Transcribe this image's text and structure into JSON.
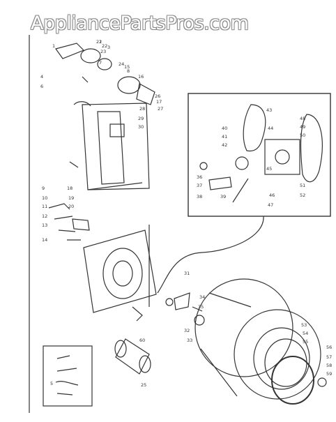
{
  "watermark": {
    "text": "AppliancePartsPros.com"
  },
  "labels": {
    "l1": "1",
    "l2": "2",
    "l3": "3",
    "l4": "4",
    "l5": "5",
    "l6": "6",
    "l7": "7",
    "l8": "8",
    "l9": "9",
    "l10": "10",
    "l11": "11",
    "l12": "12",
    "l13": "13",
    "l14": "14",
    "l15": "15",
    "l16": "16",
    "l17": "17",
    "l18": "18",
    "l19": "19",
    "l20": "20",
    "l21": "21",
    "l22": "22",
    "l23": "23",
    "l24": "24",
    "l25": "25",
    "l26": "26",
    "l27": "27",
    "l28": "28",
    "l29": "29",
    "l30": "30",
    "l31": "31",
    "l32": "32",
    "l33": "33",
    "l34": "34",
    "l35": "35",
    "l36": "36",
    "l37": "37",
    "l38": "38",
    "l39": "39",
    "l40": "40",
    "l41": "41",
    "l42": "42",
    "l43": "43",
    "l44": "44",
    "l45": "45",
    "l46": "46",
    "l47": "47",
    "l48": "48",
    "l49": "49",
    "l50": "50",
    "l51": "51",
    "l52": "52",
    "l53": "53",
    "l54": "54",
    "l55": "55",
    "l56": "56",
    "l57": "57",
    "l58": "58",
    "l59": "59",
    "l60": "60"
  }
}
